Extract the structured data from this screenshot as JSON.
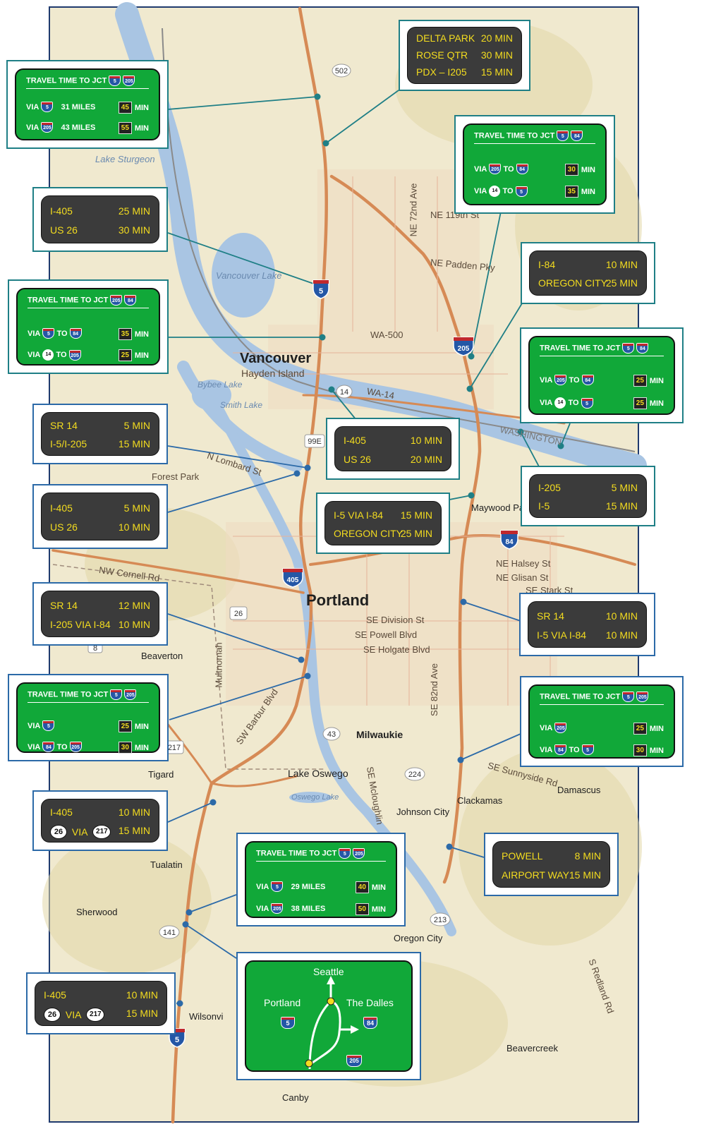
{
  "colors": {
    "sign_green": "#11a839",
    "sign_dark": "#3b3b3b",
    "amber_text": "#f3dc1f",
    "water": "#a9c5e3",
    "highway": "#d68a55",
    "panel_border_blue": "#2c6aa8",
    "panel_border_teal": "#1f7f86"
  },
  "map_labels": {
    "vancouver": "Vancouver",
    "portland": "Portland",
    "hayden_island": "Hayden Island",
    "vancouver_lake": "Vancouver Lake",
    "lake_sturgeon": "Lake Sturgeon",
    "bybee_lake": "Bybee Lake",
    "smith_lake": "Smith Lake",
    "forest_park": "Forest Park",
    "maywood_park": "Maywood Park",
    "beaverton": "Beaverton",
    "tigard": "Tigard",
    "lake_oswego": "Lake Oswego",
    "oswego_lake": "Oswego Lake",
    "milwaukie": "Milwaukie",
    "johnson_city": "Johnson City",
    "clackamas": "Clackamas",
    "damascus": "Damascus",
    "tualatin": "Tualatin",
    "sherwood": "Sherwood",
    "wilsonville": "Wilsonvi",
    "oregon_city": "Oregon City",
    "beavercreek": "Beavercreek",
    "canby": "Canby",
    "washington": "WASHINGTON",
    "ne_padden": "NE Padden Pky",
    "ne_119th": "NE 119th St",
    "ne_72nd": "NE 72nd Ave",
    "wa_500": "WA-500",
    "wa_14": "WA-14",
    "n_lombard": "N Lombard St",
    "nw_cornell": "NW Cornell Rd",
    "ne_halsey": "NE Halsey St",
    "ne_glisan": "NE Glisan St",
    "se_stark": "SE Stark St",
    "se_division": "SE Division St",
    "se_powell": "SE Powell Blvd",
    "se_holgate": "SE Holgate Blvd",
    "se_82nd": "SE 82nd Ave",
    "sw_barbur": "SW Barbur Blvd",
    "se_mcloughlin": "SE Mcloughlin",
    "se_sunnyside": "SE Sunnyside Rd",
    "s_redland": "S Redland Rd",
    "multnomah": "Multnomah",
    "route_502": "502",
    "route_14": "14",
    "route_99e": "99E",
    "route_26": "26",
    "route_8": "8",
    "route_217": "217",
    "route_43": "43",
    "route_224": "224",
    "route_213": "213",
    "route_141": "141",
    "route_5": "5",
    "route_205": "205",
    "route_405": "405",
    "route_84": "84"
  },
  "dark_signs": [
    {
      "rows": [
        [
          "DELTA PARK",
          "20 MIN"
        ],
        [
          "ROSE QTR",
          "30 MIN"
        ],
        [
          "PDX – I205",
          "15 MIN"
        ]
      ]
    },
    {
      "rows": [
        [
          "I-405",
          "25 MIN"
        ],
        [
          "US 26",
          "30 MIN"
        ]
      ]
    },
    {
      "rows": [
        [
          "I-84",
          "10 MIN"
        ],
        [
          "OREGON CITY",
          "25 MIN"
        ]
      ]
    },
    {
      "rows": [
        [
          "SR 14",
          "5 MIN"
        ],
        [
          "I-5/I-205",
          "15 MIN"
        ]
      ]
    },
    {
      "rows": [
        [
          "I-405",
          "10 MIN"
        ],
        [
          "US 26",
          "20 MIN"
        ]
      ]
    },
    {
      "rows": [
        [
          "I-205",
          "5 MIN"
        ],
        [
          "I-5",
          "15 MIN"
        ]
      ]
    },
    {
      "rows": [
        [
          "I-405",
          "5 MIN"
        ],
        [
          "US 26",
          "10 MIN"
        ]
      ]
    },
    {
      "rows": [
        [
          "I-5 VIA I-84",
          "15 MIN"
        ],
        [
          "OREGON CITY",
          "25 MIN"
        ]
      ]
    },
    {
      "rows": [
        [
          "SR 14",
          "12 MIN"
        ],
        [
          "I-205 VIA I-84",
          "10 MIN"
        ]
      ]
    },
    {
      "rows": [
        [
          "SR 14",
          "10 MIN"
        ],
        [
          "I-5 VIA I-84",
          "10 MIN"
        ]
      ]
    },
    {
      "rows": [
        [
          "I-405",
          "10 MIN"
        ],
        [
          "VIA",
          "15 MIN"
        ]
      ],
      "shields": [
        "26",
        "217"
      ]
    },
    {
      "rows": [
        [
          "POWELL",
          "8 MIN"
        ],
        [
          "AIRPORT WAY",
          "15 MIN"
        ]
      ]
    },
    {
      "rows": [
        [
          "I-405",
          "10 MIN"
        ],
        [
          "VIA",
          "15 MIN"
        ]
      ],
      "shields": [
        "26",
        "217"
      ]
    }
  ],
  "green_signs": {
    "title": "TRAVEL TIME TO JCT",
    "via": "VIA",
    "to": "TO",
    "min": "MIN",
    "s1": {
      "shields": [
        "5",
        "205"
      ],
      "r1_miles": "31 MILES",
      "r1_val": "45",
      "r2_miles": "43 MILES",
      "r2_val": "55"
    },
    "s2": {
      "shields": [
        "5",
        "84"
      ],
      "r1_val": "30",
      "r2_val": "35"
    },
    "s3": {
      "shields": [
        "205",
        "84"
      ],
      "r1_val": "35",
      "r2_val": "25"
    },
    "s4": {
      "shields": [
        "5",
        "84"
      ],
      "r1_val": "25",
      "r2_val": "25"
    },
    "s5": {
      "shields": [
        "5",
        "205"
      ],
      "r1_val": "25",
      "r2_val": "30"
    },
    "s6": {
      "shields": [
        "5",
        "205"
      ],
      "r1_val": "25",
      "r2_val": "30"
    },
    "s7": {
      "shields": [
        "5",
        "205"
      ],
      "r1_miles": "29 MILES",
      "r1_val": "40",
      "r2_miles": "38 MILES",
      "r2_val": "50"
    }
  },
  "diagram": {
    "seattle": "Seattle",
    "portland": "Portland",
    "the_dalles": "The Dalles",
    "i5": "5",
    "i84": "84",
    "i205": "205"
  }
}
